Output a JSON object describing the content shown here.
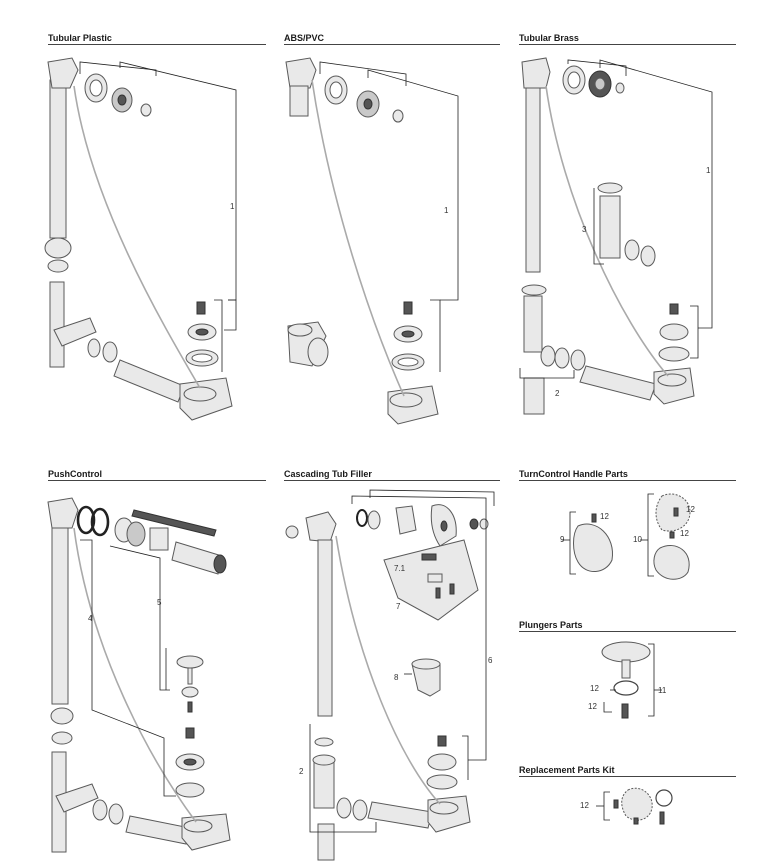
{
  "sections": {
    "tubular_plastic": "Tubular Plastic",
    "abs_pvc": "ABS/PVC",
    "tubular_brass": "Tubular Brass",
    "pushcontrol": "PushControl",
    "cascading": "Cascading Tub Filler",
    "turncontrol": "TurnControl Handle Parts",
    "plungers": "Plungers Parts",
    "replacement": "Replacement Parts Kit"
  },
  "callouts": {
    "c1": "1",
    "c2": "2",
    "c3": "3",
    "c4": "4",
    "c5": "5",
    "c6": "6",
    "c7": "7",
    "c7_1": "7.1",
    "c8": "8",
    "c9": "9",
    "c10": "10",
    "c11": "11",
    "c12": "12"
  }
}
